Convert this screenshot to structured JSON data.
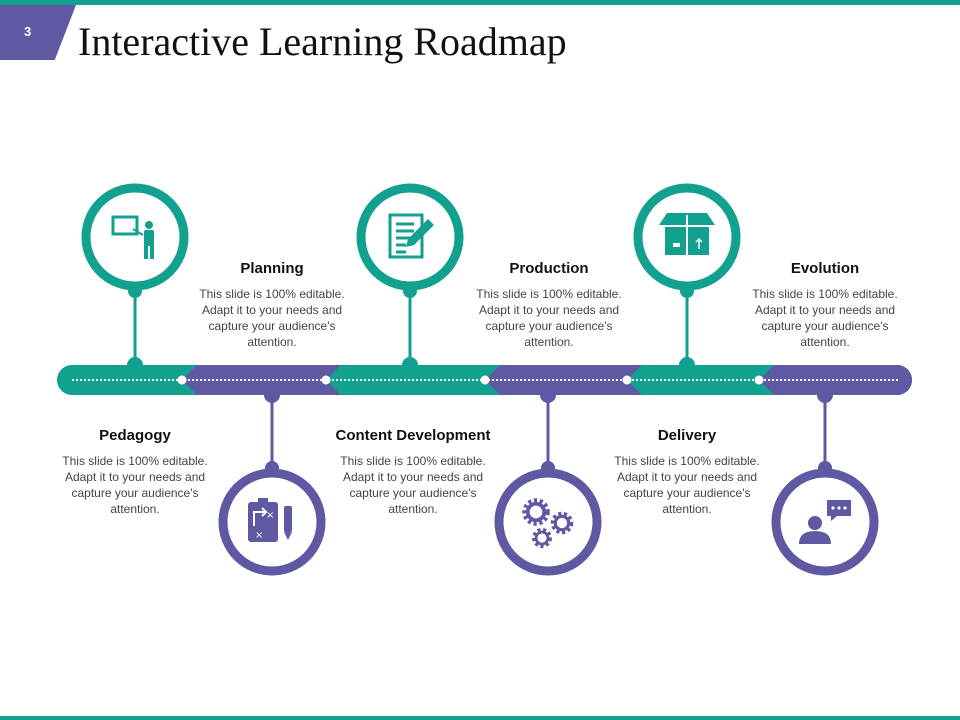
{
  "slide_number": "3",
  "title": "Interactive Learning Roadmap",
  "colors": {
    "teal": "#12a08f",
    "purple": "#5f58a3"
  },
  "milestones": [
    {
      "heading": "Pedagogy",
      "body": "This slide is 100% editable. Adapt it to your needs and capture your audience's attention.",
      "icon": "teacher-board-icon",
      "position": "top-circle",
      "color": "teal"
    },
    {
      "heading": "Planning",
      "body": "This slide is 100% editable. Adapt it to your needs and capture your audience's attention.",
      "icon": "strategy-plan-icon",
      "position": "bottom-circle",
      "color": "purple"
    },
    {
      "heading": "Content Development",
      "body": "This slide is 100% editable. Adapt it to your needs and capture your audience's attention.",
      "icon": "document-edit-icon",
      "position": "top-circle",
      "color": "teal"
    },
    {
      "heading": "Production",
      "body": "This slide is 100% editable. Adapt it to your needs and capture your audience's attention.",
      "icon": "gears-icon",
      "position": "bottom-circle",
      "color": "purple"
    },
    {
      "heading": "Delivery",
      "body": "This slide is 100% editable. Adapt it to your needs and capture your audience's attention.",
      "icon": "open-box-icon",
      "position": "top-circle",
      "color": "teal"
    },
    {
      "heading": "Evolution",
      "body": "This slide is 100% editable. Adapt it to your needs and capture your audience's attention.",
      "icon": "user-chat-icon",
      "position": "bottom-circle",
      "color": "purple"
    }
  ]
}
